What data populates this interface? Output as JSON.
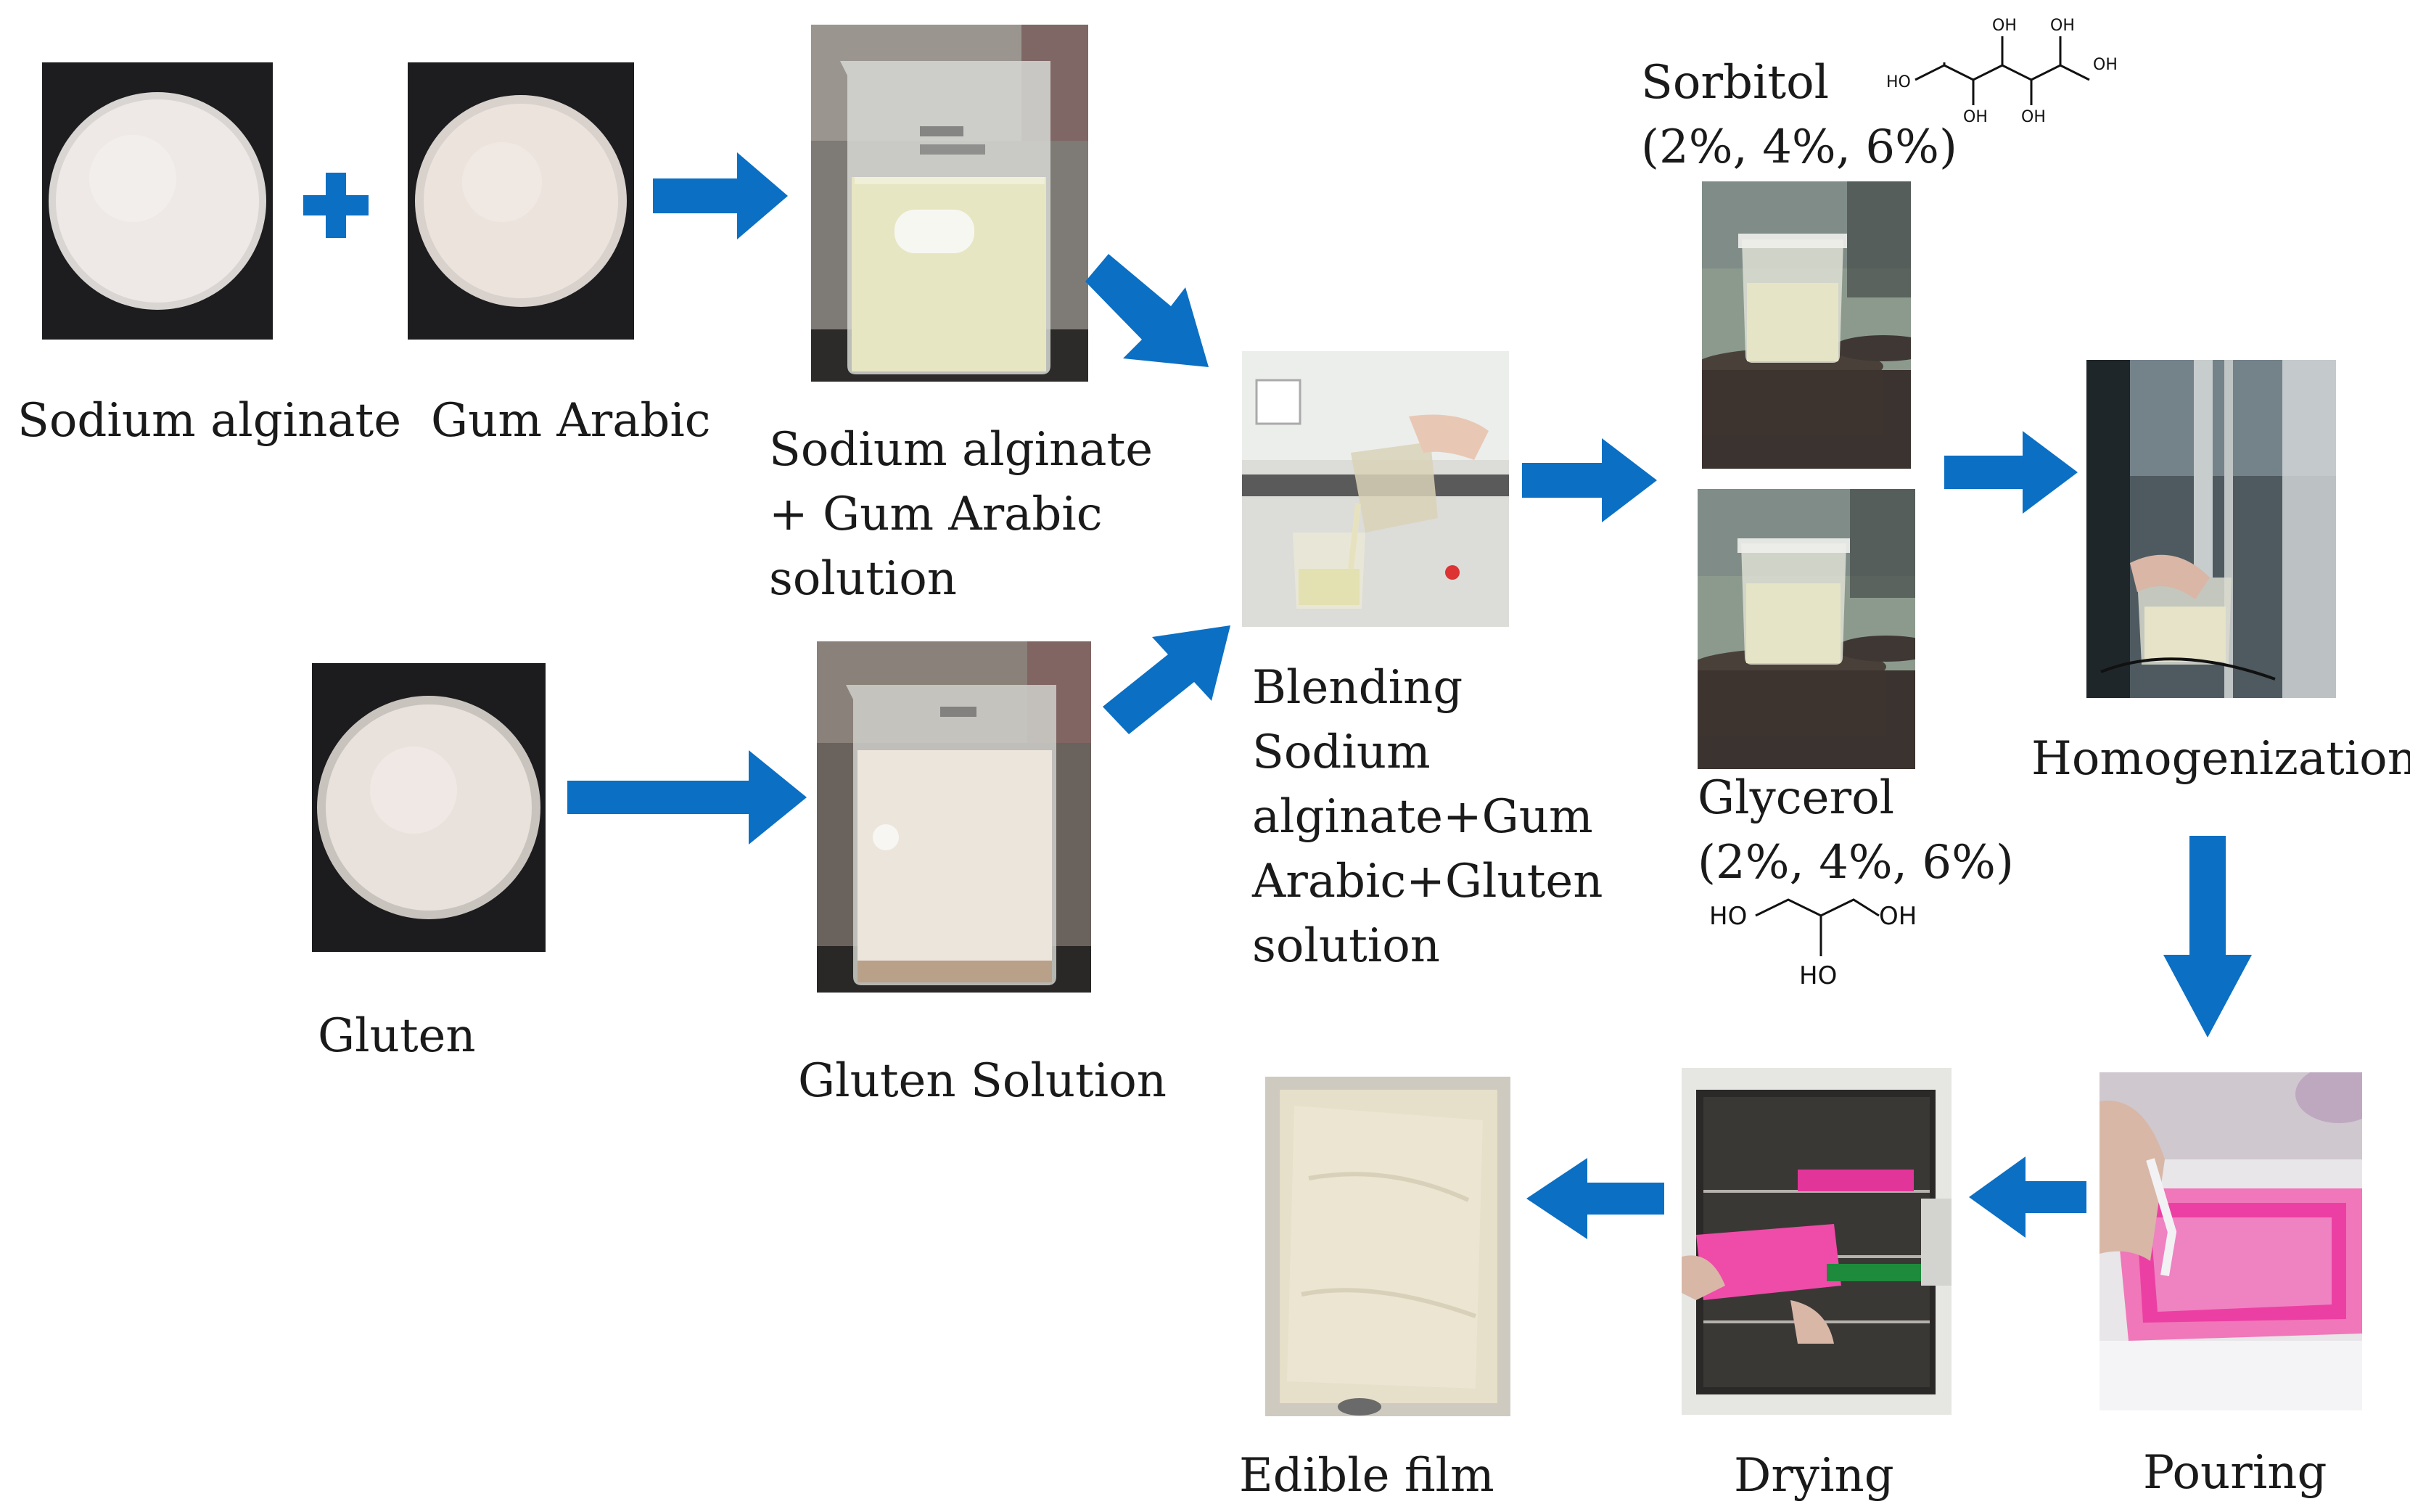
{
  "labels": {
    "sodium_alginate": "Sodium alginate",
    "gum_arabic": "Gum Arabic",
    "mix_solution": [
      "Sodium alginate",
      "+ Gum Arabic",
      "solution"
    ],
    "gluten": "Gluten",
    "gluten_solution": "Gluten Solution",
    "blending": [
      "Blending",
      "Sodium",
      "alginate+Gum",
      "Arabic+Gluten",
      "solution"
    ],
    "sorbitol": [
      "Sorbitol",
      "(2%, 4%, 6%)"
    ],
    "glycerol": [
      "Glycerol",
      "(2%, 4%, 6%)"
    ],
    "homogenization": "Homogenization",
    "pouring": "Pouring",
    "drying": "Drying",
    "edible_film": "Edible film"
  },
  "molecules": {
    "sorbitol_groups": [
      "HO",
      "OH",
      "OH",
      "OH",
      "OH",
      "OH"
    ],
    "glycerol_groups": [
      "HO",
      "OH",
      "HO"
    ]
  },
  "colors": {
    "arrow": "#0b6fc4",
    "text": "#1a1a1a",
    "powder": "#efe9e4",
    "tray": "#ee3fa4"
  }
}
